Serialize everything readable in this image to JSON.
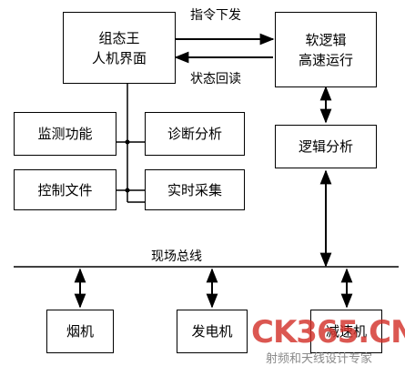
{
  "nodes": {
    "hmi": [
      "组态王",
      "人机界面"
    ],
    "soft_logic": [
      "软逻辑",
      "高速运行"
    ],
    "monitor": "监测功能",
    "diagnosis": "诊断分析",
    "control_file": "控制文件",
    "realtime": "实时采集",
    "logic_analysis": "逻辑分析",
    "smoke": "烟机",
    "generator": "发电机",
    "reducer": "减速机"
  },
  "edges": {
    "command": "指令下发",
    "status": "状态回读",
    "fieldbus": "现场总线"
  },
  "watermark": {
    "logo": "CK365.CN",
    "subtitle": "射频和天线设计专家"
  }
}
